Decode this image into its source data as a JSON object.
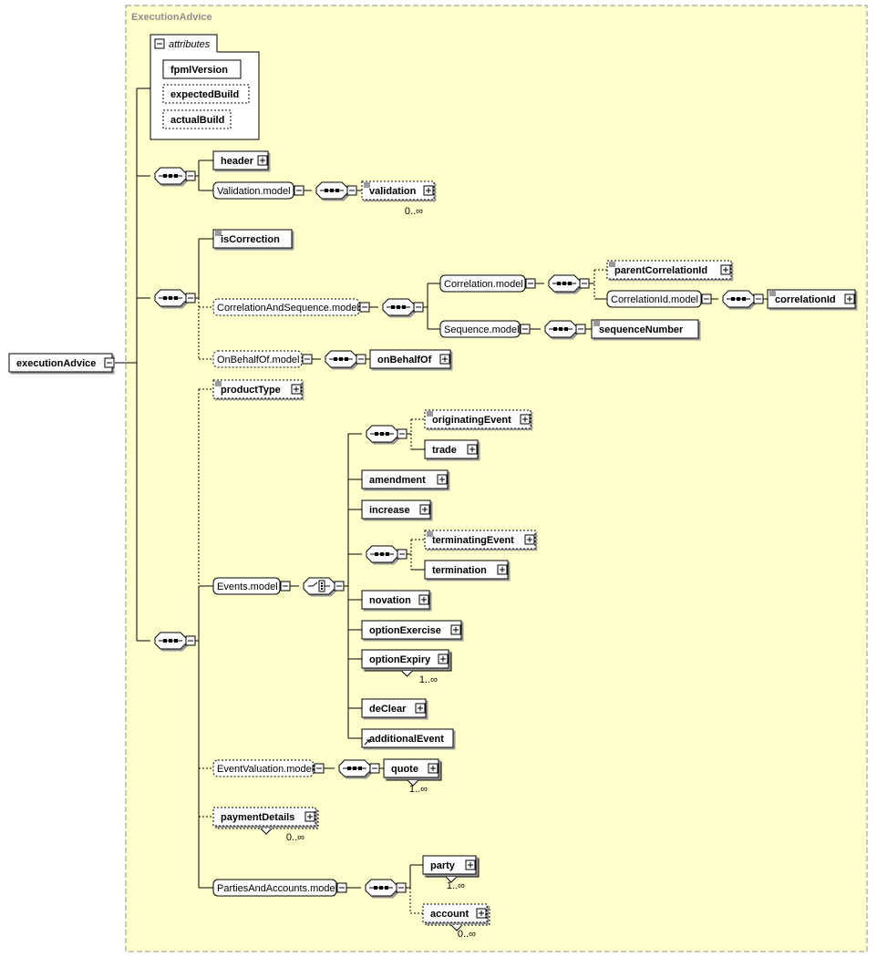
{
  "title": "ExecutionAdvice",
  "root": "executionAdvice",
  "attributes": {
    "label": "attributes",
    "items": [
      "fpmlVersion",
      "expectedBuild",
      "actualBuild"
    ]
  },
  "elements": {
    "header": "header",
    "validation_model": "Validation.model",
    "validation": "validation",
    "validation_card": "0..∞",
    "isCorrection": "isCorrection",
    "corr_seq_model": "CorrelationAndSequence.model",
    "correlation_model": "Correlation.model",
    "parentCorrelationId": "parentCorrelationId",
    "correlationId_model": "CorrelationId.model",
    "correlationId": "correlationId",
    "sequence_model": "Sequence.model",
    "sequenceNumber": "sequenceNumber",
    "onBehalfOf_model": "OnBehalfOf.model",
    "onBehalfOf": "onBehalfOf",
    "productType": "productType",
    "events_model": "Events.model",
    "originatingEvent": "originatingEvent",
    "trade": "trade",
    "amendment": "amendment",
    "increase": "increase",
    "terminatingEvent": "terminatingEvent",
    "termination": "termination",
    "novation": "novation",
    "optionExercise": "optionExercise",
    "optionExpiry": "optionExpiry",
    "optionExpiry_card": "1..∞",
    "deClear": "deClear",
    "additionalEvent": "additionalEvent",
    "eventValuation_model": "EventValuation.model",
    "quote": "quote",
    "quote_card": "1..∞",
    "paymentDetails": "paymentDetails",
    "paymentDetails_card": "0..∞",
    "partiesAndAccounts_model": "PartiesAndAccounts.model",
    "party": "party",
    "party_card": "1..∞",
    "account": "account",
    "account_card": "0..∞"
  },
  "colors": {
    "panel_fill": "#ffffcc",
    "panel_border": "#8f8f8f",
    "line": "#000000",
    "title_text": "#8f8f8f",
    "box_fill": "#ffffff"
  },
  "icons": [
    "collapse-minus-icon",
    "expand-plus-icon",
    "sequence-compositor-icon",
    "choice-compositor-icon",
    "documentation-lines-icon",
    "any-element-arrow-icon"
  ]
}
